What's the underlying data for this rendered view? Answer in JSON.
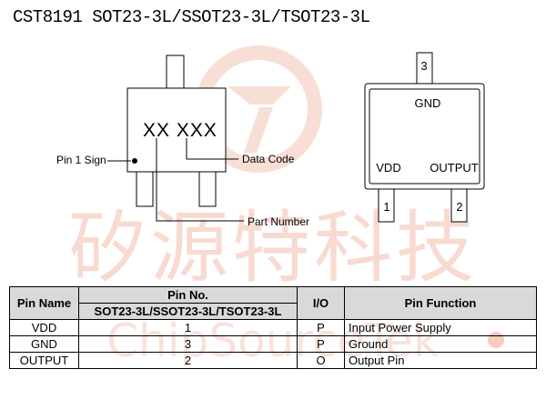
{
  "title": "CST8191 SOT23-3L/SSOT23-3L/TSOT23-3L",
  "left_diagram": {
    "marking": "XX XXX",
    "pin1_sign_label": "Pin 1 Sign",
    "data_code_label": "Data Code",
    "part_number_label": "Part Number"
  },
  "right_diagram": {
    "pin_top_number": "3",
    "pin_left_number": "1",
    "pin_right_number": "2",
    "gnd_label": "GND",
    "vdd_label": "VDD",
    "output_label": "OUTPUT"
  },
  "watermark": {
    "chinese": "矽源特科技",
    "english": "ChipSourceTek"
  },
  "table": {
    "headers": {
      "pin_name": "Pin Name",
      "pin_no": "Pin No.",
      "package": "SOT23-3L/SSOT23-3L/TSOT23-3L",
      "io": "I/O",
      "function": "Pin Function"
    },
    "rows": [
      {
        "name": "VDD",
        "no": "1",
        "io": "P",
        "function": "Input Power Supply"
      },
      {
        "name": "GND",
        "no": "3",
        "io": "P",
        "function": "Ground"
      },
      {
        "name": "OUTPUT",
        "no": "2",
        "io": "O",
        "function": "Output Pin"
      }
    ]
  },
  "colors": {
    "watermark": "#f4c8b8",
    "header_fill": "#d9d9d9"
  }
}
